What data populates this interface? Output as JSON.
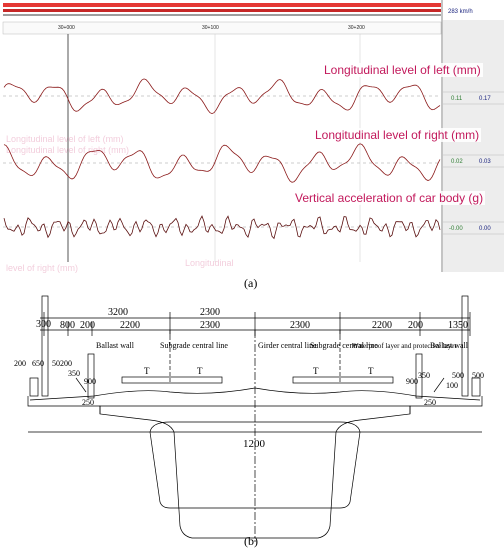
{
  "panel_a": {
    "speed": "283 km/h",
    "chainage_ticks": [
      "30+000",
      "30+100",
      "30+200"
    ],
    "traces": [
      {
        "label": "Longitudinal level of left (mm)",
        "value_1": "0.11",
        "value_2": "0.17",
        "color": "#8b1a1a"
      },
      {
        "label": "Longitudinal level of right (mm)",
        "value_1": "0.02",
        "value_2": "0.03",
        "color": "#8b1a1a"
      },
      {
        "label": "Vertical acceleration of car body (g)",
        "value_1": "-0.00",
        "value_2": "0.00",
        "color": "#5a0f0f"
      }
    ],
    "ghost_texts": [
      "Longitudinal level of left (mm)",
      "Longitudinal level of right (mm)",
      "level of right (mm)",
      "Longitudinal"
    ],
    "caption": "(a)"
  },
  "panel_b": {
    "dimensions_top": [
      "3200",
      "2300",
      "300",
      "800",
      "200",
      "2200",
      "2300",
      "2300",
      "2200",
      "200",
      "1350"
    ],
    "dimensions_left": [
      "200",
      "650",
      "50",
      "200",
      "350",
      "900",
      "250"
    ],
    "dimensions_right": [
      "900",
      "350",
      "500",
      "500",
      "100",
      "250"
    ],
    "bottom_width": "1200",
    "labels": {
      "ballast_wall_left": "Ballast wall",
      "subgrade_left": "Subgrade central line",
      "girder": "Girder central line",
      "subgrade_right": "Subgrade central line",
      "waterproof": "Waterproof layer and protective layer",
      "ballast_wall_right": "Ballast wall",
      "rail": "T"
    },
    "caption": "(b)"
  }
}
